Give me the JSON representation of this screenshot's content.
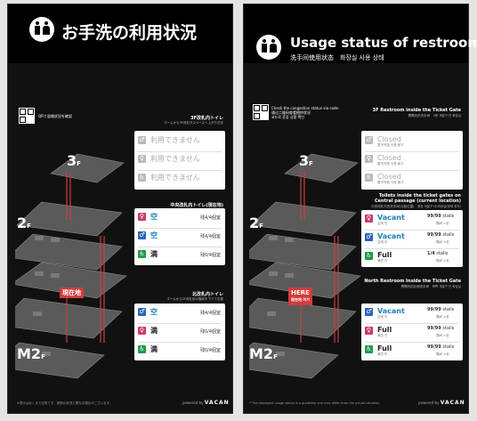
{
  "ja": {
    "title": "お手洗の利用状況",
    "qr_text": "QRで混雑状況を確認",
    "floors": {
      "f3": "3",
      "f2": "2",
      "fm2": "M2",
      "suffix": "F"
    },
    "here": "現在地",
    "sections": [
      {
        "title": "3F改札内トイレ",
        "sub": "ホームから3F改札外スペースへ上がり左手",
        "rows": [
          {
            "icon": "toilet-male-icon",
            "status": "利用できません",
            "count": "",
            "state": "closed"
          },
          {
            "icon": "toilet-female-icon",
            "status": "利用できません",
            "count": "",
            "state": "closed"
          },
          {
            "icon": "toilet-accessible-icon",
            "status": "利用できません",
            "count": "",
            "state": "closed"
          }
        ]
      },
      {
        "title": "中央改札内トイレ(現在地)",
        "sub": "",
        "rows": [
          {
            "icon": "toilet-female-icon",
            "status": "空",
            "count": "残4/4個室",
            "state": "vacant"
          },
          {
            "icon": "toilet-male-icon",
            "status": "空",
            "count": "残4/4個室",
            "state": "vacant"
          },
          {
            "icon": "toilet-accessible-icon",
            "status": "満",
            "count": "残0/4個室",
            "state": "full"
          }
        ]
      },
      {
        "title": "北改札内トイレ",
        "sub": "ホームから2F改札前の階段を下りて右奥",
        "rows": [
          {
            "icon": "toilet-male-icon",
            "status": "空",
            "count": "残4/4個室",
            "state": "vacant"
          },
          {
            "icon": "toilet-female-icon",
            "status": "満",
            "count": "残0/4個室",
            "state": "full"
          },
          {
            "icon": "toilet-accessible-icon",
            "status": "満",
            "count": "残0/4個室",
            "state": "full"
          }
        ]
      }
    ],
    "note": "※表示はあくまで目安です。実際の状況と異なる場合がございます。",
    "powered": "powered by",
    "brand": "VACAN"
  },
  "en": {
    "title": "Usage status of restroom",
    "subtitle": "洗手间使用状态　화장실 사용 상태",
    "qr_text_1": "Check the congestion status via code.",
    "qr_text_2": "通过二维码查看拥挤状况",
    "qr_text_3": "코드로 혼잡 상황 확인",
    "floors": {
      "f3": "3",
      "f2": "2",
      "fm2": "M2",
      "suffix": "F"
    },
    "here": "HERE",
    "here_sub": "现在地 여기",
    "sections": [
      {
        "title": "3F Restroom inside the Ticket Gate",
        "sub": "票閘內的洗手间　3층 개찰구 안 화장실",
        "rows": [
          {
            "icon": "toilet-male-icon",
            "status": "Closed",
            "status2": "暂不开放 이용 불가",
            "count": "",
            "state": "closed"
          },
          {
            "icon": "toilet-female-icon",
            "status": "Closed",
            "status2": "暂不开放 이용 불가",
            "count": "",
            "state": "closed"
          },
          {
            "icon": "toilet-accessible-icon",
            "status": "Closed",
            "status2": "暂不开放 이용 불가",
            "count": "",
            "state": "closed"
          }
        ]
      },
      {
        "title": "Toilets inside the ticket gates on Central passage (current location)",
        "sub": "中央改札内的洗手间(当前位置)　중앙 개찰구 내 화장실(현재 위치)",
        "rows": [
          {
            "icon": "toilet-female-icon",
            "status": "Vacant",
            "status2": "空闲 빈",
            "count": "99/99",
            "count_unit": "stalls",
            "count2": "隔间 노량",
            "state": "vacant"
          },
          {
            "icon": "toilet-male-icon",
            "status": "Vacant",
            "status2": "空闲 빈",
            "count": "99/99",
            "count_unit": "stalls",
            "count2": "隔间 노량",
            "state": "vacant"
          },
          {
            "icon": "toilet-accessible-icon",
            "status": "Full",
            "status2": "满员 만",
            "count": "1/4",
            "count_unit": "stalls",
            "count2": "隔间 노량",
            "state": "full"
          }
        ]
      },
      {
        "title": "North Restroom Inside the Ticket Gate",
        "sub": "票閘內的北側洗手间　북쪽 개찰구 안 화장실",
        "rows": [
          {
            "icon": "toilet-male-icon",
            "status": "Vacant",
            "status2": "空闲 빈",
            "count": "99/99",
            "count_unit": "stalls",
            "count2": "隔间 노량",
            "state": "vacant"
          },
          {
            "icon": "toilet-female-icon",
            "status": "Full",
            "status2": "满员 만",
            "count": "99/99",
            "count_unit": "stalls",
            "count2": "隔间 노량",
            "state": "full"
          },
          {
            "icon": "toilet-accessible-icon",
            "status": "Full",
            "status2": "满员 만",
            "count": "99/99",
            "count_unit": "stalls",
            "count2": "隔间 노량",
            "state": "full"
          }
        ]
      }
    ],
    "note": "* The displayed usage status is a guideline and may differ from the actual situation.",
    "powered": "powered by",
    "brand": "VACAN"
  },
  "colors": {
    "vacant": "#1a7fc3",
    "full": "#222222",
    "closed": "#bbbbbb",
    "male": "#2a64b8",
    "female": "#d0396c",
    "accessible": "#1d9c4a",
    "here": "#d43b3b"
  }
}
